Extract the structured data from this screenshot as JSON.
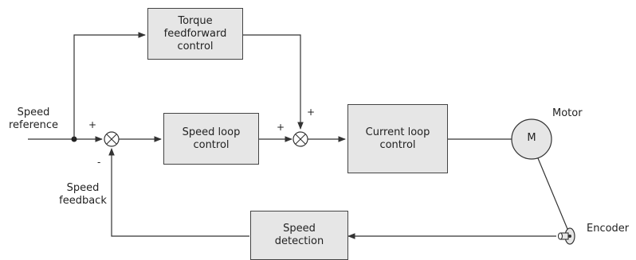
{
  "blocks": {
    "torque_feedforward": "Torque\nfeedforward\ncontrol",
    "speed_loop": "Speed loop\ncontrol",
    "current_loop": "Current loop\ncontrol",
    "speed_detection": "Speed\ndetection"
  },
  "labels": {
    "speed_reference": "Speed\nreference",
    "speed_feedback": "Speed\nfeedback",
    "motor": "Motor",
    "motor_symbol": "M",
    "encoder": "Encoder"
  },
  "signs": {
    "sum1_plus": "+",
    "sum1_minus": "-",
    "sum2_plus_left": "+",
    "sum2_plus_top": "+"
  },
  "colors": {
    "block_fill": "#e6e6e6",
    "line": "#333333"
  }
}
